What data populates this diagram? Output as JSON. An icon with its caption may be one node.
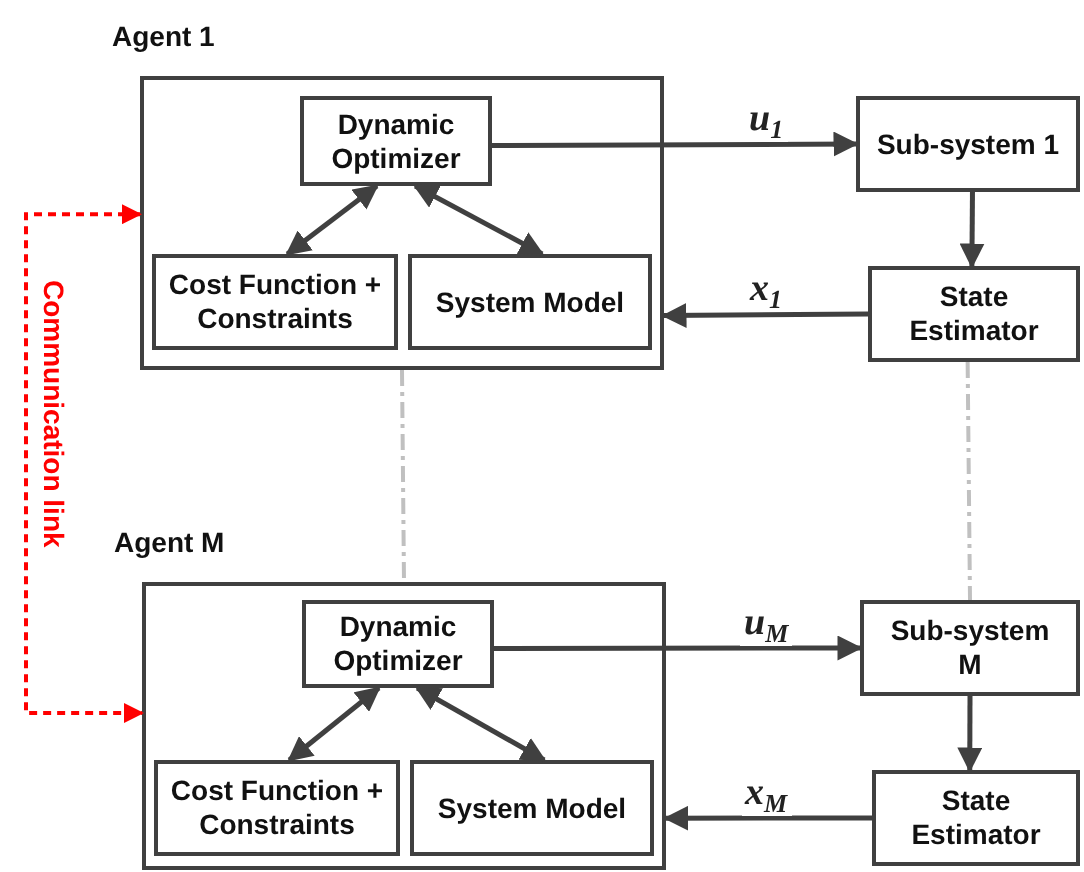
{
  "diagram": {
    "nodes": [
      {
        "text": [
          "Agent 1"
        ]
      },
      {
        "text": [
          "Dynamic Optimizer"
        ],
        "in": 0
      },
      {
        "text": [
          "Cost Function + Constraints"
        ],
        "in": 0
      },
      {
        "text": [
          "System Model"
        ],
        "in": 0
      },
      {
        "text": [
          "Sub-system 1"
        ]
      },
      {
        "text": [
          "State Estimator"
        ]
      },
      {
        "text": [
          "Agent M"
        ]
      },
      {
        "text": [
          "Dynamic Optimizer"
        ],
        "in": 6
      },
      {
        "text": [
          "Cost Function + Constraints"
        ],
        "in": 6
      },
      {
        "text": [
          "System Model"
        ],
        "in": 6
      },
      {
        "text": [
          "Sub-system M"
        ]
      },
      {
        "text": [
          "State Estimator"
        ]
      }
    ],
    "edges": [
      {
        "from": 1,
        "to": 4,
        "arrow": "to",
        "label": "u$_{1}$"
      },
      {
        "from": 5,
        "to": 0,
        "arrow": "to",
        "label": "x$_{1}$"
      },
      {
        "from": 1,
        "to": 2,
        "arrow": "both"
      },
      {
        "from": 1,
        "to": 3,
        "arrow": "both"
      },
      {
        "from": 4,
        "to": 5,
        "arrow": "to"
      },
      {
        "from": 7,
        "to": 10,
        "arrow": "to",
        "label": "u$_{M}$"
      },
      {
        "from": 11,
        "to": 6,
        "arrow": "to",
        "label": "x$_{M}$"
      },
      {
        "from": 7,
        "to": 8,
        "arrow": "both"
      },
      {
        "from": 7,
        "to": 9,
        "arrow": "both"
      },
      {
        "from": 10,
        "to": 11,
        "arrow": "to"
      },
      {
        "from": 0,
        "to": 6,
        "arrow": "both",
        "style": "dashed",
        "color": "#ff0000",
        "label": "Communication link"
      },
      {
        "from": 0,
        "to": 6,
        "arrow": "none",
        "style": "dashed",
        "color": "#c0c0c0"
      },
      {
        "from": 5,
        "to": 10,
        "arrow": "none",
        "style": "dashed",
        "color": "#c0c0c0"
      }
    ]
  }
}
